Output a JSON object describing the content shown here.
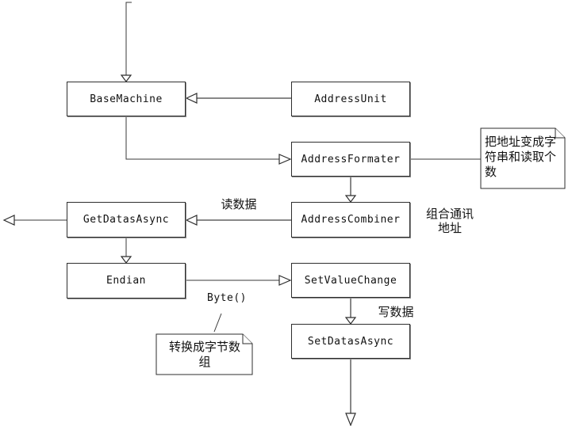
{
  "diagram": {
    "nodes": {
      "base_machine": "BaseMachine",
      "address_unit": "AddressUnit",
      "address_formater": "AddressFormater",
      "get_datas_async": "GetDatasAsync",
      "address_combiner": "AddressCombiner",
      "endian": "Endian",
      "set_value_change": "SetValueChange",
      "set_datas_async": "SetDatasAsync"
    },
    "notes": {
      "address_formater_note": "把地址变成字符串和读取个数",
      "endian_note": "转换成字节数组"
    },
    "edge_labels": {
      "read_data": "读数据",
      "combine_address": "组合通讯地址",
      "write_data": "写数据",
      "byte_method": "Byte()"
    },
    "colors": {
      "background": "#ffffff",
      "box_fill": "#ffffff",
      "box_border": "#2e2e2e",
      "line_black": "#3a3a3a",
      "line_gray": "#888888",
      "text": "#111111"
    }
  }
}
